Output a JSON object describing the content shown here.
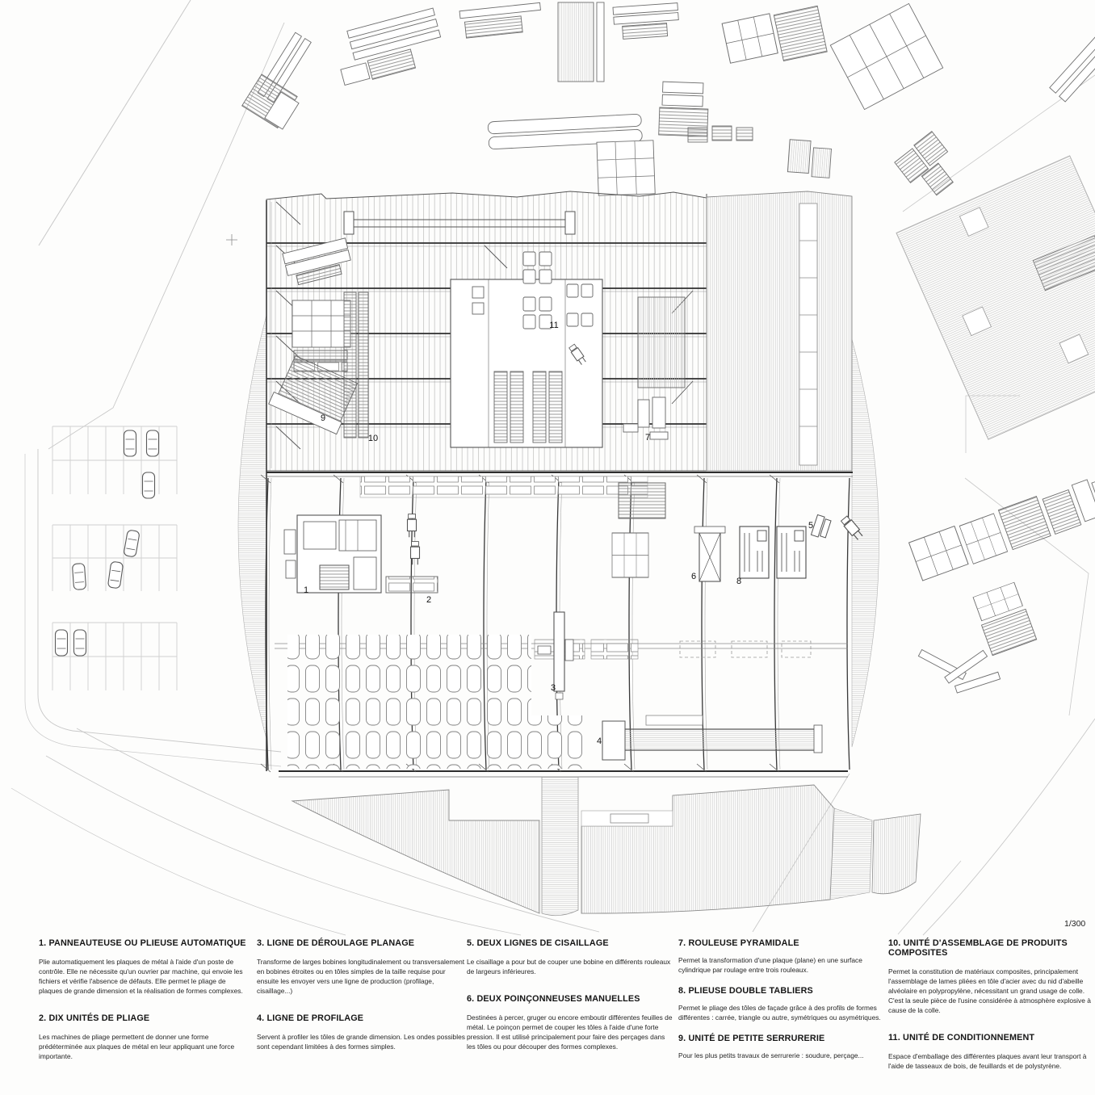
{
  "plan": {
    "scale_label": "1/300",
    "markers": [
      {
        "label": "1",
        "machine": "panneauteuse ou plieuse automatique"
      },
      {
        "label": "2",
        "machine": "dix unités de pliage"
      },
      {
        "label": "3",
        "machine": "ligne de déroulage planage"
      },
      {
        "label": "4",
        "machine": "ligne de profilage"
      },
      {
        "label": "5",
        "machine": "deux lignes de cisaillage"
      },
      {
        "label": "6",
        "machine": "deux poinçonneuses manuelles"
      },
      {
        "label": "7",
        "machine": "rouleuse pyramidale"
      },
      {
        "label": "8",
        "machine": "plieuse double tabliers"
      },
      {
        "label": "9",
        "machine": "unité de petite serrurerie"
      },
      {
        "label": "10",
        "machine": "unité d'assemblage de produits composites"
      },
      {
        "label": "11",
        "machine": "unité de conditionnement"
      }
    ]
  },
  "legend": {
    "items": [
      {
        "title": "1. PANNEAUTEUSE OU PLIEUSE AUTOMATIQUE",
        "body": "Plie automatiquement les plaques de métal à l'aide d'un poste de contrôle. Elle ne nécessite qu'un ouvrier par machine, qui envoie les fichiers et vérifie l'absence de défauts. Elle permet le pliage de plaques de grande dimension et la réalisation de formes complexes."
      },
      {
        "title": "2. DIX UNITÉS DE PLIAGE",
        "body": "Les machines de pliage permettent de donner une forme prédéterminée aux plaques de métal en leur appliquant une force importante."
      },
      {
        "title": "3. LIGNE DE DÉROULAGE PLANAGE",
        "body": "Transforme de larges bobines longitudinalement ou transversalement en bobines étroites ou en tôles simples de la taille requise pour ensuite les envoyer vers une ligne de production (profilage, cisaillage...)"
      },
      {
        "title": "4. LIGNE DE PROFILAGE",
        "body": "Servent à profiler les tôles de grande dimension. Les ondes possibles sont cependant limitées à des formes simples."
      },
      {
        "title": "5. DEUX LIGNES DE CISAILLAGE",
        "body": "Le cisaillage a pour but de couper une bobine en différents rouleaux de largeurs inférieures."
      },
      {
        "title": "6. DEUX POINÇONNEUSES MANUELLES",
        "body": "Destinées à percer, gruger ou encore emboutir différentes feuilles de métal. Le poinçon permet de couper les tôles à l'aide d'une forte pression. Il est utilisé principalement pour faire des perçages dans les tôles ou pour découper des formes complexes."
      },
      {
        "title": "7. ROULEUSE PYRAMIDALE",
        "body": "Permet la transformation d'une plaque (plane) en une surface cylindrique par roulage entre trois rouleaux."
      },
      {
        "title": "8. PLIEUSE DOUBLE TABLIERS",
        "body": "Permet le pliage des tôles de façade grâce à des profils de formes différentes : carrée, triangle ou autre, symétriques ou asymétriques."
      },
      {
        "title": "9. UNITÉ DE PETITE SERRURERIE",
        "body": "Pour les plus petits travaux de serrurerie : soudure, perçage..."
      },
      {
        "title": "10. UNITÉ D'ASSEMBLAGE DE PRODUITS COMPOSITES",
        "body": "Permet la constitution de matériaux composites, principalement l'assemblage de lames pliées en tôle d'acier avec du nid d'abeille alvéolaire en polypropylène, nécessitant un grand usage de colle. C'est la seule pièce de l'usine considérée à atmosphère explosive à cause de la colle."
      },
      {
        "title": "11. UNITÉ DE CONDITIONNEMENT",
        "body": "Espace d'emballage des différentes plaques avant leur transport à l'aide de tasseaux de bois, de feuillards et de polystyrène."
      }
    ]
  },
  "colors": {
    "line": "#2f2f2f",
    "hatch": "#c6c6c6",
    "road": "#c8c8c8",
    "paper": "#fdfdfc"
  }
}
